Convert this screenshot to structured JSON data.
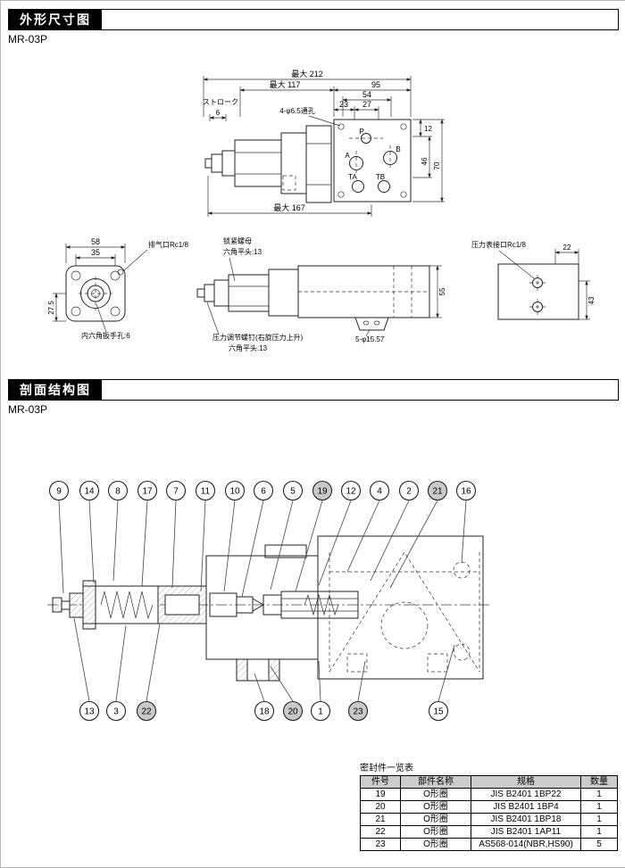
{
  "page": {
    "section1_title": "外形尺寸图",
    "model1": "MR-03P",
    "section2_title": "剖面结构图",
    "model2": "MR-03P"
  },
  "outline": {
    "top": {
      "max212": "最大 212",
      "max117": "最大 117",
      "d95": "95",
      "d54": "54",
      "d23": "23",
      "d27": "27",
      "stroke": "ストローク",
      "d6": "6",
      "holes": "4-φ6.5通孔",
      "pP": "P",
      "pA": "A",
      "pB": "B",
      "pTA": "TA",
      "pTB": "TB",
      "d12": "12",
      "d46": "46",
      "d70": "70",
      "max167": "最大 167"
    },
    "left": {
      "d58": "58",
      "d35": "35",
      "d27_5": "27.5",
      "vent": "排气口Rc1/8",
      "hex": "内六角扳手孔:6"
    },
    "front": {
      "locknut1": "锁紧螺母",
      "locknut2": "六角平头:13",
      "adjust1": "压力调节螺钉(右旋压力上升)",
      "adjust2": "六角平头:13",
      "holes": "5-φ15.57",
      "d55": "55"
    },
    "right": {
      "gauge": "压力表接口Rc1/8",
      "d22": "22",
      "d43": "43"
    }
  },
  "section": {
    "callouts_top": [
      "9",
      "14",
      "8",
      "17",
      "7",
      "11",
      "10",
      "6",
      "5",
      "19",
      "12",
      "4",
      "2",
      "21",
      "16"
    ],
    "callouts_bottom": [
      "13",
      "3",
      "22",
      "18",
      "20",
      "1",
      "23",
      "15"
    ]
  },
  "seal_table": {
    "title": "密封件一览表",
    "headers": [
      "件号",
      "部件名称",
      "规格",
      "数量"
    ],
    "rows": [
      [
        "19",
        "O形圈",
        "JIS B2401 1BP22",
        "1"
      ],
      [
        "20",
        "O形圈",
        "JIS B2401 1BP4",
        "1"
      ],
      [
        "21",
        "O形圈",
        "JIS B2401 1BP18",
        "1"
      ],
      [
        "22",
        "O形圈",
        "JIS B2401 1AP11",
        "1"
      ],
      [
        "23",
        "O形圈",
        "AS568-014(NBR,HS90)",
        "5"
      ]
    ]
  }
}
